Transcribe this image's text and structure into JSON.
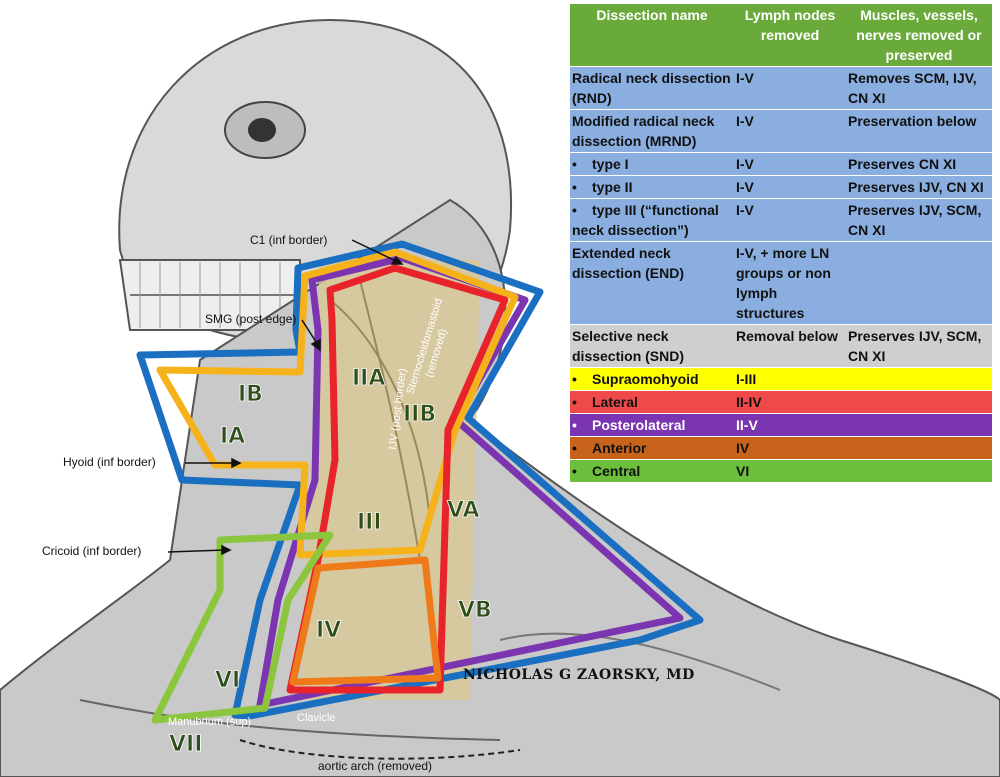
{
  "table": {
    "headers": [
      "Dissection name",
      "Lymph nodes removed",
      "Muscles, vessels, nerves removed or preserved"
    ],
    "rows": [
      {
        "name": "Radical neck dissection (RND)",
        "nodes": "I-V",
        "structures": "Removes SCM, IJV, CN XI",
        "style": "blue",
        "bullet": false
      },
      {
        "name": "Modified radical neck dissection (MRND)",
        "nodes": "I-V",
        "structures": "Preservation below",
        "style": "blue",
        "bullet": false
      },
      {
        "name": "type I",
        "nodes": "I-V",
        "structures": "Preserves CN XI",
        "style": "blue",
        "bullet": true
      },
      {
        "name": "type II",
        "nodes": "I-V",
        "structures": "Preserves IJV, CN XI",
        "style": "blue",
        "bullet": true
      },
      {
        "name": "type III (“functional neck dissection”)",
        "nodes": "I-V",
        "structures": "Preserves IJV, SCM, CN XI",
        "style": "blue",
        "bullet": true
      },
      {
        "name": "Extended neck dissection (END)",
        "nodes": "I-V, + more LN groups or non lymph structures",
        "structures": "",
        "style": "blue",
        "bullet": false
      },
      {
        "name": "Selective neck dissection (SND)",
        "nodes": "Removal below",
        "structures": "Preserves IJV, SCM, CN XI",
        "style": "grey",
        "bullet": false
      },
      {
        "name": "Supraomohyoid",
        "nodes": "I-III",
        "structures": "",
        "style": "color",
        "color": "#ffff00",
        "bullet": true
      },
      {
        "name": "Lateral",
        "nodes": "II-IV",
        "structures": "",
        "style": "color",
        "color": "#ef4a4a",
        "bullet": true
      },
      {
        "name": "Posterolateral",
        "nodes": "II-V",
        "structures": "",
        "style": "color",
        "color": "#7b35b0",
        "bullet": true
      },
      {
        "name": "Anterior",
        "nodes": "IV",
        "structures": "",
        "style": "color",
        "color": "#c8631c",
        "bullet": true
      },
      {
        "name": "Central",
        "nodes": "VI",
        "structures": "",
        "style": "color",
        "color": "#6bbf3c",
        "bullet": true
      }
    ],
    "bullet_char": "•",
    "header_color": "#6aaa3b",
    "blue_color": "#8aaee0",
    "grey_color": "#cfcfcf"
  },
  "labels": {
    "c1": "C1 (inf border)",
    "smg": "SMG (post edge)",
    "hyoid": "Hyoid (inf border)",
    "cricoid": "Cricoid (inf border)",
    "manubrium": "Manubrium (sup)",
    "clavicle": "Clavicle",
    "aortic_arch": "aortic arch (removed)",
    "scm": "Sternocleidomastoid",
    "scm_removed": "(removed)",
    "ijv": "IJV (post border)"
  },
  "levels": [
    "IB",
    "IA",
    "IIA",
    "IIB",
    "III",
    "VA",
    "IV",
    "VB",
    "VI",
    "VII"
  ],
  "watermark": "NICHOLAS G ZAORSKY, MD",
  "outline_colors": {
    "blue": "#1a6fc0",
    "purple": "#7b35b0",
    "yellow": "#f6b21a",
    "red": "#e8232a",
    "orange": "#ef7a1a",
    "green": "#8cc63e"
  }
}
